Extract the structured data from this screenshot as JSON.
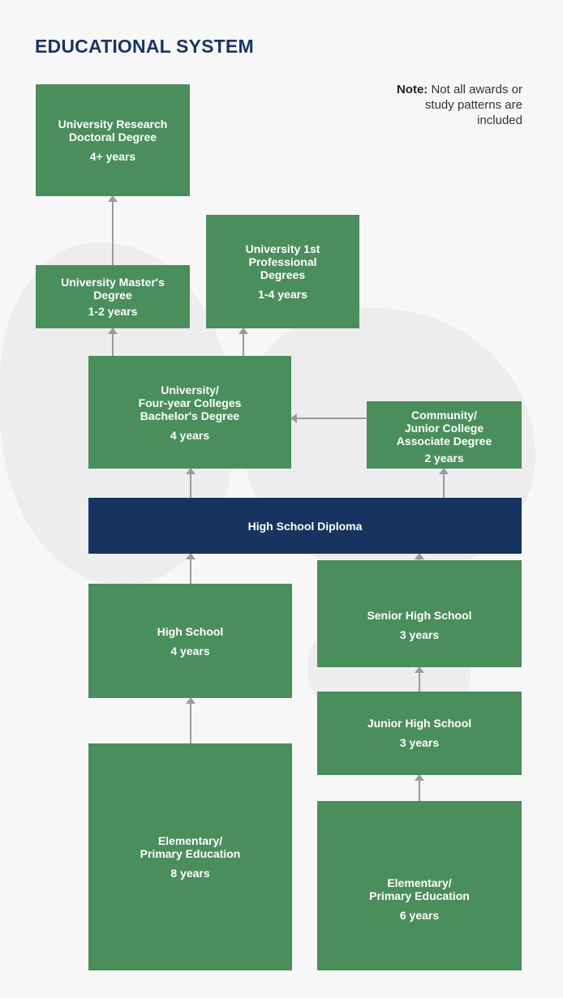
{
  "title": "EDUCATIONAL SYSTEM",
  "note": {
    "label": "Note:",
    "text": " Not all awards or study patterns are included"
  },
  "boxes": {
    "doctoral": {
      "lines": [
        "University Research",
        "Doctoral Degree"
      ],
      "years": "4+ years"
    },
    "masters": {
      "lines": [
        "University Master's",
        "Degree"
      ],
      "years": "1-2 years"
    },
    "professional": {
      "lines": [
        "University 1st",
        "Professional",
        "Degrees"
      ],
      "years": "1-4 years"
    },
    "bachelor": {
      "lines": [
        "University/",
        "Four-year Colleges",
        "Bachelor's Degree"
      ],
      "years": "4 years"
    },
    "community": {
      "lines": [
        "Community/",
        "Junior College",
        "Associate Degree"
      ],
      "years": "2 years"
    },
    "diploma": {
      "label": "High School Diploma"
    },
    "highschool": {
      "lines": [
        "High School"
      ],
      "years": "4 years"
    },
    "senior": {
      "lines": [
        "Senior High School"
      ],
      "years": "3 years"
    },
    "junior": {
      "lines": [
        "Junior High School"
      ],
      "years": "3 years"
    },
    "elem8": {
      "lines": [
        "Elementary/",
        "Primary Education"
      ],
      "years": "8 years"
    },
    "elem6": {
      "lines": [
        "Elementary/",
        "Primary Education"
      ],
      "years": "6 years"
    }
  },
  "colors": {
    "box": "#4a8e5c",
    "diploma": "#16345f",
    "title": "#1a3562",
    "arrow": "#9a9a9a"
  }
}
